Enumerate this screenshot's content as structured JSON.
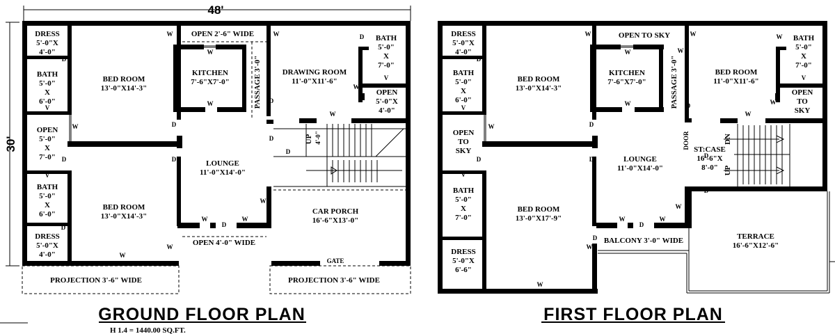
{
  "overall": {
    "width_dim": "48'",
    "depth_dim": "30'"
  },
  "ground": {
    "title": "GROUND FLOOR PLAN",
    "area": "H 1.4   = 1440.00 SQ.FT.",
    "rooms": [
      {
        "id": "dress1",
        "lines": [
          "DRESS",
          "5'-0\"X",
          "4'-0\""
        ]
      },
      {
        "id": "bath1",
        "lines": [
          "BATH",
          "5'-0\"",
          "X",
          "6'-0\""
        ]
      },
      {
        "id": "open1",
        "lines": [
          "OPEN",
          "5'-0\"",
          "X",
          "7'-0\""
        ]
      },
      {
        "id": "bath2",
        "lines": [
          "BATH",
          "5'-0\"",
          "X",
          "6'-0\""
        ]
      },
      {
        "id": "dress2",
        "lines": [
          "DRESS",
          "5'-0\"X",
          "4'-0\""
        ]
      },
      {
        "id": "bed1",
        "lines": [
          "BED ROOM",
          "13'-0\"X14'-3\""
        ]
      },
      {
        "id": "bed2",
        "lines": [
          "BED ROOM",
          "13'-0\"X14'-3\""
        ]
      },
      {
        "id": "open_top",
        "lines": [
          "OPEN 2'-6\" WIDE"
        ]
      },
      {
        "id": "kitchen",
        "lines": [
          "KITCHEN",
          "7'-6\"X7'-0\""
        ]
      },
      {
        "id": "lounge",
        "lines": [
          "LOUNGE",
          "11'-0\"X14'-0\""
        ]
      },
      {
        "id": "open_bot",
        "lines": [
          "OPEN 4'-0\" WIDE"
        ]
      },
      {
        "id": "drawing",
        "lines": [
          "DRAWING ROOM",
          "11'-0\"X11'-6\""
        ]
      },
      {
        "id": "bath3",
        "lines": [
          "BATH",
          "5'-0\"",
          "X",
          "7'-0\""
        ]
      },
      {
        "id": "open3",
        "lines": [
          "OPEN",
          "5'-0\"X",
          "4'-0\""
        ]
      },
      {
        "id": "porch",
        "lines": [
          "CAR PORCH",
          "16'-6\"X13'-0\""
        ]
      }
    ],
    "passage": "PASSAGE 3'-0\"",
    "stair_up": "UP",
    "stair_width": "4'-0\"",
    "gate": "GATE",
    "projections": [
      "PROJECTION 3'-6\" WIDE",
      "PROJECTION 3'-6\" WIDE"
    ],
    "door_mark": "D",
    "window_mark": "W",
    "vent_mark": "V"
  },
  "first": {
    "title": "FIRST FLOOR PLAN",
    "rooms": [
      {
        "id": "dress1",
        "lines": [
          "DRESS",
          "5'-0\"X",
          "4'-0\""
        ]
      },
      {
        "id": "bath1",
        "lines": [
          "BATH",
          "5'-0\"",
          "X",
          "6'-0\""
        ]
      },
      {
        "id": "open1",
        "lines": [
          "OPEN",
          "TO",
          "SKY"
        ]
      },
      {
        "id": "bath2",
        "lines": [
          "BATH",
          "5'-0\"",
          "X",
          "7'-0\""
        ]
      },
      {
        "id": "dress2",
        "lines": [
          "DRESS",
          "5'-0\"X",
          "6'-6\""
        ]
      },
      {
        "id": "bed1",
        "lines": [
          "BED ROOM",
          "13'-0\"X14'-3\""
        ]
      },
      {
        "id": "bed2",
        "lines": [
          "BED ROOM",
          "13'-0\"X17'-9\""
        ]
      },
      {
        "id": "open_top",
        "lines": [
          "OPEN TO SKY"
        ]
      },
      {
        "id": "kitchen",
        "lines": [
          "KITCHEN",
          "7'-6\"X7'-0\""
        ]
      },
      {
        "id": "lounge",
        "lines": [
          "LOUNGE",
          "11'-0\"X14'-0\""
        ]
      },
      {
        "id": "balcony",
        "lines": [
          "BALCONY 3'-0\" WIDE"
        ]
      },
      {
        "id": "bed3",
        "lines": [
          "BED ROOM",
          "11'-0\"X11'-6\""
        ]
      },
      {
        "id": "bath3",
        "lines": [
          "BATH",
          "5'-0\"",
          "X",
          "7'-0\""
        ]
      },
      {
        "id": "open3",
        "lines": [
          "OPEN",
          "TO",
          "SKY"
        ]
      },
      {
        "id": "stcase",
        "lines": [
          "ST:CASE",
          "16'-6\"X",
          "8'-0\""
        ]
      },
      {
        "id": "terrace",
        "lines": [
          "TERRACE",
          "16'-6\"X12'-6\""
        ]
      }
    ],
    "passage": "PASSAGE 3'-0\"",
    "door_label": "DOOR",
    "stair_dn": "DN",
    "stair_up": "UP",
    "door_mark": "D",
    "window_mark": "W",
    "vent_mark": "V"
  }
}
